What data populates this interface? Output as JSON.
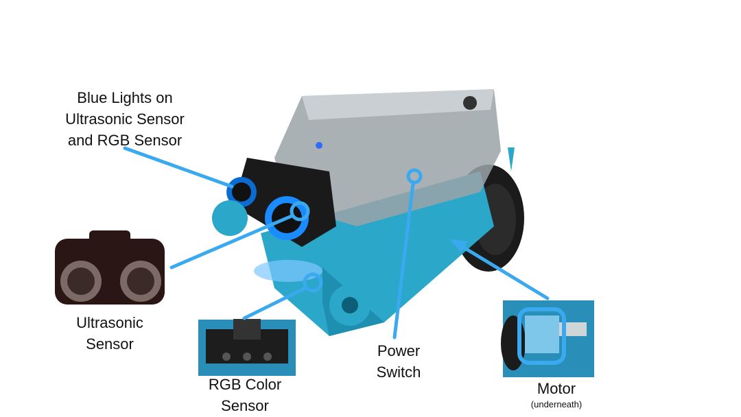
{
  "colors": {
    "callout": "#3ba9ef",
    "chassis": "#2aa7c9",
    "wheel": "#1b1b1b"
  },
  "labels": {
    "blue_lights": [
      "Blue Lights on",
      "Ultrasonic Sensor",
      "and RGB Sensor"
    ],
    "ultrasonic": [
      "Ultrasonic",
      "Sensor"
    ],
    "rgb": [
      "RGB Color",
      "Sensor"
    ],
    "power": [
      "Power",
      "Switch"
    ],
    "motor": "Motor",
    "motor_note": "(underneath)"
  }
}
